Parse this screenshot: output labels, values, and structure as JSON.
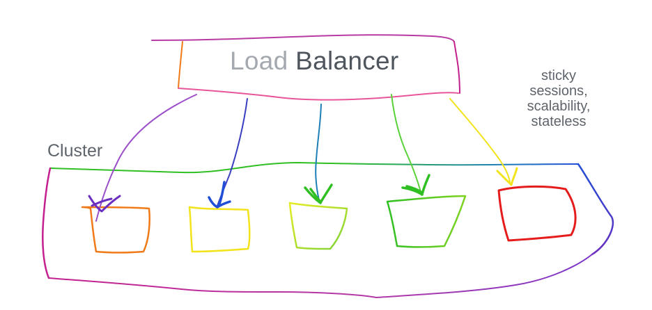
{
  "diagram": {
    "load_balancer": {
      "word1": "Load",
      "word2": "Balancer"
    },
    "cluster_label": "Cluster",
    "note_lines": [
      "sticky",
      "sessions,",
      "scalability,",
      "stateless"
    ],
    "colors": {
      "lb_light_text": "#a4a9b0",
      "lb_dark_text": "#4f555c",
      "label_text": "#5e646b",
      "orange": "#f07a18",
      "yellow": "#f2e31a",
      "yellow_green": "#c9e62a",
      "green": "#2fbf22",
      "red": "#e51c1c",
      "purple": "#9b4fc9",
      "blue": "#1f4fd6",
      "teal": "#1e7fb8",
      "magenta": "#c41f8e",
      "pink": "#e8559a"
    },
    "nodes": [
      {
        "name": "node-1",
        "color": "orange"
      },
      {
        "name": "node-2",
        "color": "yellow"
      },
      {
        "name": "node-3",
        "color": "yellow_green"
      },
      {
        "name": "node-4",
        "color": "green"
      },
      {
        "name": "node-5",
        "color": "red"
      }
    ],
    "arrows": [
      {
        "name": "arrow-to-node-1",
        "color": "purple"
      },
      {
        "name": "arrow-to-node-2",
        "color": "blue"
      },
      {
        "name": "arrow-to-node-3",
        "color": "teal"
      },
      {
        "name": "arrow-to-node-4",
        "color": "green"
      },
      {
        "name": "arrow-to-node-5",
        "color": "yellow"
      }
    ]
  }
}
